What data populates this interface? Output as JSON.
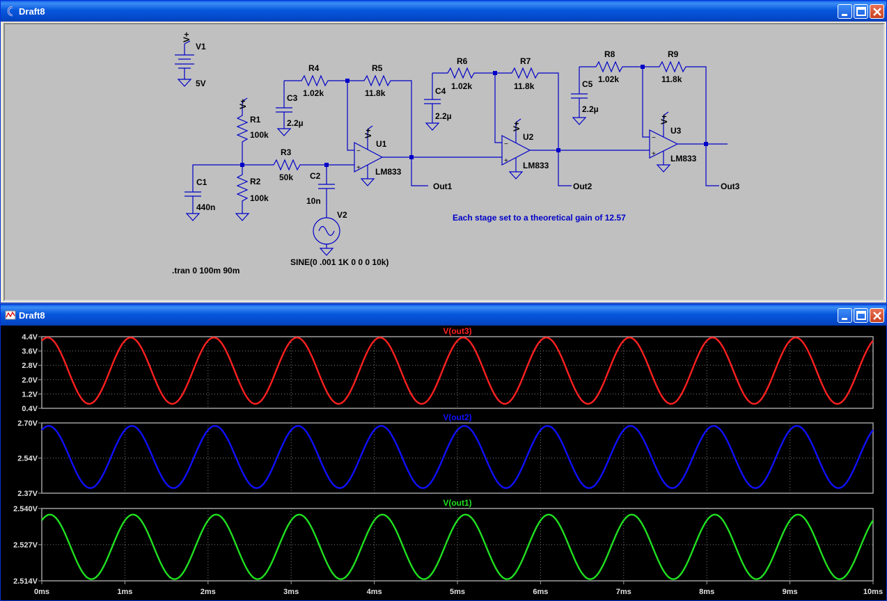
{
  "schematic_window": {
    "title": "Draft8",
    "components": {
      "v1": {
        "name": "V1",
        "value": "5V",
        "net": "V+"
      },
      "r1": {
        "name": "R1",
        "value": "100k",
        "net": "V+"
      },
      "r2": {
        "name": "R2",
        "value": "100k"
      },
      "c1": {
        "name": "C1",
        "value": "440n"
      },
      "r3": {
        "name": "R3",
        "value": "50k"
      },
      "c2": {
        "name": "C2",
        "value": "10n"
      },
      "v2": {
        "name": "V2",
        "value": "SINE(0 .001 1K 0 0 0 10k)"
      },
      "c3": {
        "name": "C3",
        "value": "2.2µ"
      },
      "r4": {
        "name": "R4",
        "value": "1.02k"
      },
      "r5": {
        "name": "R5",
        "value": "11.8k"
      },
      "u1": {
        "name": "U1",
        "value": "LM833",
        "net": "V+"
      },
      "c4": {
        "name": "C4",
        "value": "2.2µ"
      },
      "r6": {
        "name": "R6",
        "value": "1.02k"
      },
      "r7": {
        "name": "R7",
        "value": "11.8k"
      },
      "u2": {
        "name": "U2",
        "value": "LM833",
        "net": "V+"
      },
      "c5": {
        "name": "C5",
        "value": "2.2µ"
      },
      "r8": {
        "name": "R8",
        "value": "1.02k"
      },
      "r9": {
        "name": "R9",
        "value": "11.8k"
      },
      "u3": {
        "name": "U3",
        "value": "LM833",
        "net": "V+"
      }
    },
    "labels": {
      "out1": "Out1",
      "out2": "Out2",
      "out3": "Out3"
    },
    "directive": ".tran 0 100m 90m",
    "comment": "Each stage set to a theoretical gain of 12.57",
    "colors": {
      "wire": "#0000c8",
      "background": "#c0c0c0",
      "comment": "#0000c8"
    }
  },
  "plot_window": {
    "title": "Draft8"
  },
  "chart_data": [
    {
      "type": "line",
      "title": "V(out3)",
      "color": "#ff2020",
      "y_ticks": [
        "4.4V",
        "3.6V",
        "2.8V",
        "2.0V",
        "1.2V",
        "0.4V"
      ],
      "ylim": [
        0.4,
        4.4
      ],
      "series": [
        {
          "name": "V(out3)",
          "frequency_hz": 1000,
          "offset": 2.5,
          "amplitude": 1.85,
          "phase_deg": 65
        }
      ],
      "xlim": [
        0,
        10
      ],
      "grid": true
    },
    {
      "type": "line",
      "title": "V(out2)",
      "color": "#1010ff",
      "y_ticks": [
        "2.70V",
        "2.54V",
        "2.37V"
      ],
      "ylim": [
        2.37,
        2.7
      ],
      "series": [
        {
          "name": "V(out2)",
          "frequency_hz": 1000,
          "offset": 2.54,
          "amplitude": 0.146,
          "phase_deg": 60
        }
      ],
      "xlim": [
        0,
        10
      ],
      "grid": true
    },
    {
      "type": "line",
      "title": "V(out1)",
      "color": "#20e020",
      "y_ticks": [
        "2.540V",
        "2.527V",
        "2.514V"
      ],
      "ylim": [
        2.514,
        2.54
      ],
      "series": [
        {
          "name": "V(out1)",
          "frequency_hz": 1000,
          "offset": 2.5262,
          "amplitude": 0.0116,
          "phase_deg": 55
        }
      ],
      "xlim": [
        0,
        10
      ],
      "grid": true,
      "x_ticks": [
        "0ms",
        "1ms",
        "2ms",
        "3ms",
        "4ms",
        "5ms",
        "6ms",
        "7ms",
        "8ms",
        "9ms",
        "10ms"
      ]
    }
  ]
}
